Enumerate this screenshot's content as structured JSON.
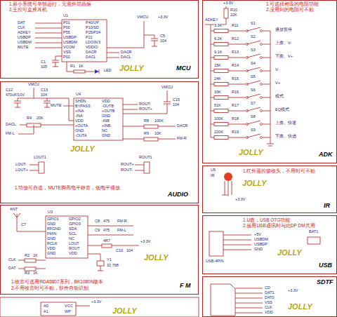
{
  "diagram": {
    "nodes": [
      {
        "text": [
          "MCU",
          "1.最小系统可单独运行，无需外部晶振",
          "2.主控可直推耳机"
        ]
      },
      {
        "text": [
          "ADK",
          "1.可选择相应的电阻功能",
          "2.没用到的电阻可不贴"
        ]
      },
      {
        "text": [
          "AUDIO",
          "1.功放可自选，MUTE脚高电平静音，低电平播放"
        ]
      },
      {
        "text": [
          "IR",
          "1.红外遥控接收头，不用时可不贴"
        ]
      },
      {
        "text": [
          "F M",
          "1.收音可选用RDA5807系列，BK1080N版本",
          "2.不用收音时可不贴，软件自动识别"
        ]
      },
      {
        "text": [
          "USB",
          "1.U盘，USB OTG功能",
          "2.当用USB通讯时与此DP DM共用"
        ]
      },
      {
        "text": [
          "SDTF"
        ]
      }
    ],
    "labels": [
      "U1",
      "DAT",
      "CLK",
      "ADKEY",
      "USBDP",
      "USBDM",
      "MUTE",
      "P01",
      "P00",
      "P55",
      "USBDP",
      "USBDM",
      "VCOM",
      "VSS",
      "P02",
      "P40/UP",
      "P10/SD",
      "P25/P24",
      "P21",
      "LDO3V3",
      "VDDIO",
      "DACR",
      "DACL",
      "DACR",
      "DACL",
      "VMCU",
      "+3.3V",
      "C5",
      "104",
      "C1",
      "105",
      "R1",
      "1K",
      "LED",
      "JOLLY",
      "+3.3V",
      "R10",
      "22K",
      "ADKEY",
      "3.3K",
      "R11",
      "S1",
      "播放暂停",
      "6.2K",
      "R12",
      "S2",
      "上曲、V-",
      "9.1K",
      "R13",
      "S3",
      "下曲、V+",
      "15K",
      "R14",
      "S4",
      "V-",
      "24K",
      "R15",
      "S5",
      "V+",
      "33K",
      "R16",
      "S6",
      "模式",
      "51K",
      "R17",
      "S7",
      "EQ模式",
      "100K",
      "R18",
      "S8",
      "上曲、快退",
      "220K",
      "R19",
      "S9",
      "下曲、快进",
      "JOLLY",
      "VMCU",
      "C12",
      "470uF/10V",
      "C13",
      "104",
      "U4",
      "SHDN",
      "BYPASS",
      "+INA",
      "-INA",
      "VDD",
      "+OUTA",
      "GND",
      "-OUTA",
      "VDD",
      "-OUTB",
      "+OUTB",
      "GND",
      "-INB",
      "+INB",
      "NC",
      "GND",
      "MUTE",
      "DACL",
      "R4",
      "20K",
      "FM-L",
      "ROUT-",
      "ROUT+",
      "VMCU",
      "C15",
      "104",
      "R8",
      "100K",
      "DACR",
      "R9",
      "10K",
      "FM-R",
      "LOUT1",
      "LOUT-",
      "LOUT+",
      "ROUT1",
      "ROUT+",
      "ROUT-",
      "JOLLY",
      "U5",
      "IR",
      "+3.3V",
      "JOLLY",
      "ANT",
      "C7",
      "U3",
      "GPIO1",
      "GND",
      "RFGND",
      "FMIN",
      "GND",
      "RCLK",
      "VDD",
      "GND",
      "GPIO2",
      "GPIO3",
      "SDA",
      "SCL",
      "NC",
      "LOUT",
      "ROUT",
      "VDD",
      "C8",
      "475",
      "FM-R",
      "C9",
      "475",
      "FM-L",
      "4R7",
      "C10",
      "104",
      "+3.3V",
      "Y1",
      "32.768",
      "CLK",
      "DAT",
      "R2",
      "1K",
      "R3",
      "1K",
      "JOLLY",
      "USB-4PIN",
      "+5V",
      "USBDM",
      "USBDP",
      "GND",
      "BAT1",
      "JOLLY",
      "CD",
      "DAT1",
      "DAT0",
      "VSS",
      "CLK",
      "VDD",
      "+3.3V",
      "JOLLY",
      "A0",
      "A1",
      "VCC",
      "WP",
      "+3.3V",
      "JOLLY"
    ]
  }
}
